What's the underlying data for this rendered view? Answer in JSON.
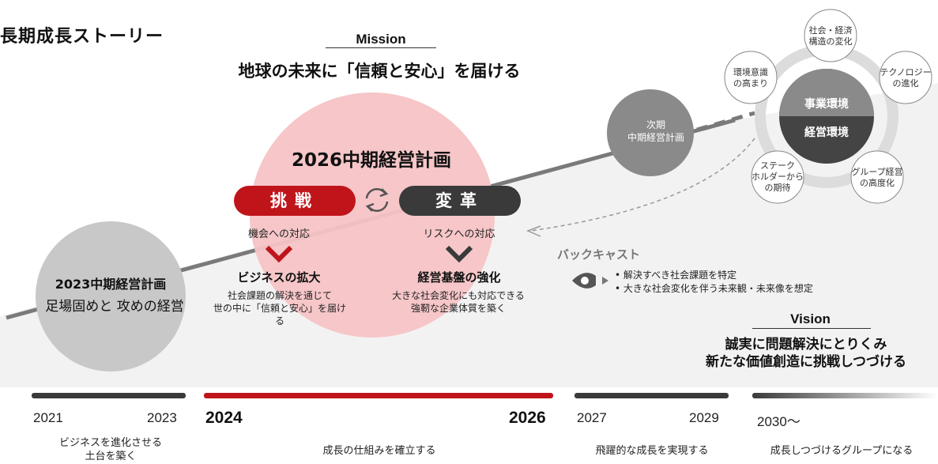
{
  "page_title": "長期成長ストーリー",
  "mission": {
    "label": "Mission",
    "text": "地球の未来に「信頼と安心」を届ける"
  },
  "plan_2026": {
    "title": "2026中期経営計画",
    "left": {
      "pill": "挑戦",
      "sub": "機会への対応",
      "title": "ビジネスの拡大",
      "desc": [
        "社会課題の解決を通じて",
        "世の中に「信頼と安心」を届ける"
      ]
    },
    "right": {
      "pill": "変革",
      "sub": "リスクへの対応",
      "title": "経営基盤の強化",
      "desc": [
        "大きな社会変化にも対応できる",
        "強靭な企業体質を築く"
      ]
    }
  },
  "plan_2023": {
    "title": "2023中期経営計画",
    "subtitle": "足場固めと 攻めの経営"
  },
  "next_plan": [
    "次期",
    "中期経営計画"
  ],
  "environment": {
    "center_top": "事業環境",
    "center_bottom": "経営環境",
    "items": [
      [
        "社会・経済",
        "構造の変化"
      ],
      [
        "テクノロジー",
        "の進化"
      ],
      [
        "グループ経営",
        "の高度化"
      ],
      [
        "ステーク",
        "ホルダーから",
        "の期待"
      ],
      [
        "環境意識",
        "の高まり"
      ]
    ]
  },
  "backcast": {
    "label": "バックキャスト",
    "bullets": [
      "解決すべき社会課題を特定",
      "大きな社会変化を伴う未来観・未来像を想定"
    ]
  },
  "vision": {
    "label": "Vision",
    "lines": [
      "誠実に問題解決にとりくみ",
      "新たな価値創造に挑戦しつづける"
    ]
  },
  "timeline": {
    "years": [
      "2021",
      "2023",
      "2024",
      "2026",
      "2027",
      "2029",
      "2030〜"
    ],
    "phases": [
      [
        "ビジネスを進化させる",
        "土台を築く"
      ],
      [
        "成長の仕組みを確立する"
      ],
      [
        "飛躍的な成長を実現する"
      ],
      [
        "成長しつづけるグループになる"
      ]
    ]
  },
  "colors": {
    "red": "#c0141b",
    "dark": "#3a3a3a",
    "grey_circle": "#c8c8c8",
    "pink_circle": "#f6c3c5"
  }
}
